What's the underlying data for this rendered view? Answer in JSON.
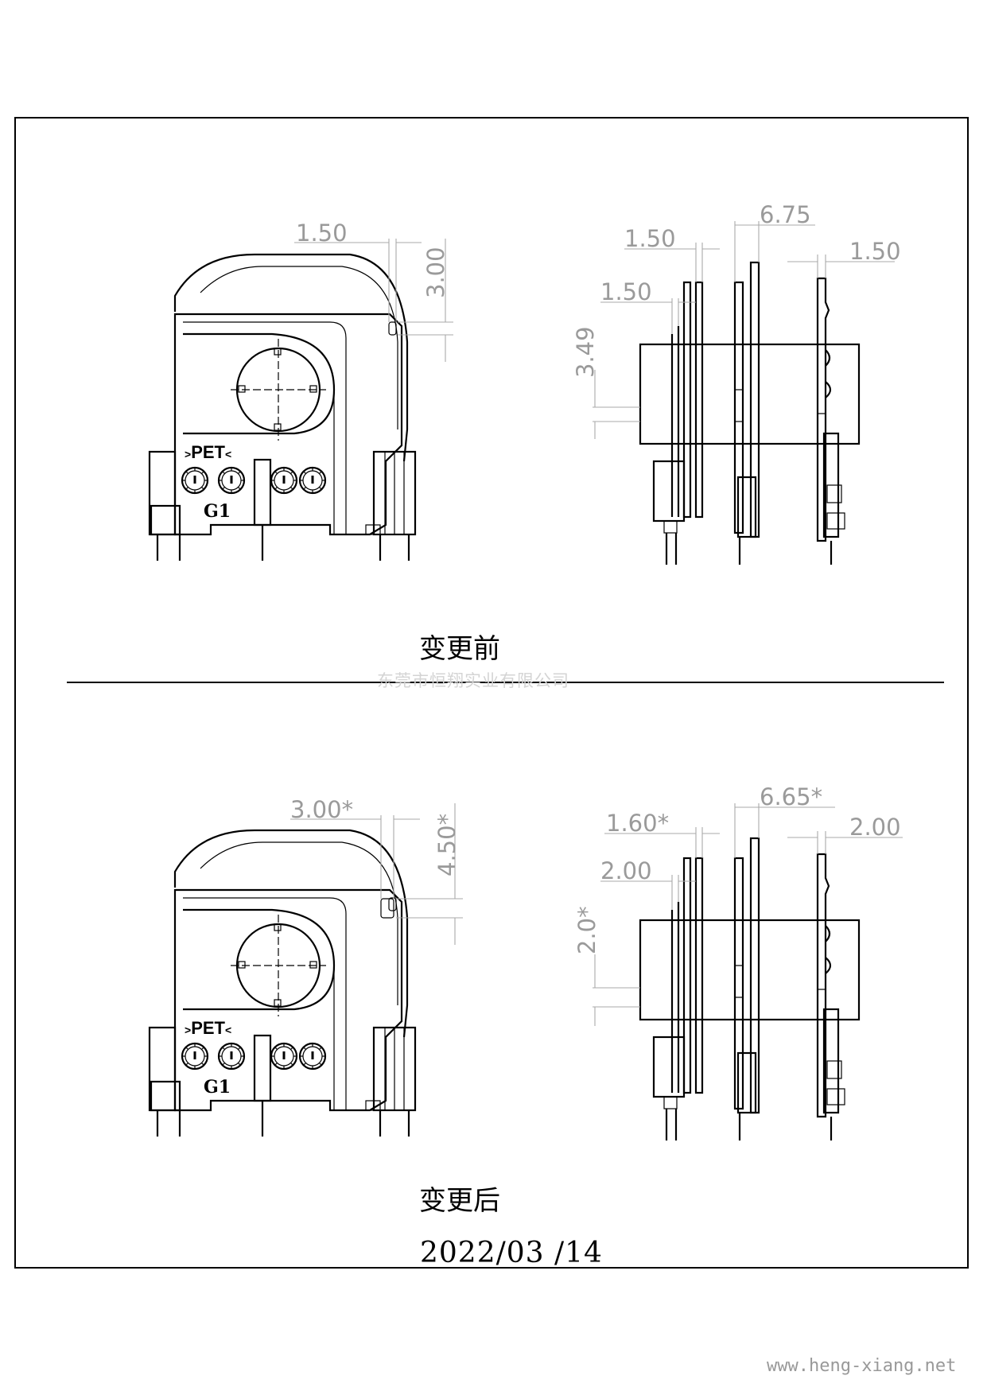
{
  "before": {
    "caption": "变更前",
    "front_dims": {
      "top_width": "1.50",
      "right_height": "3.00"
    },
    "side_dims": {
      "overall": "6.75",
      "top_left": "1.50",
      "top_right": "1.50",
      "mid_left": "1.50",
      "vertical": "3.49"
    }
  },
  "after": {
    "caption": "变更后",
    "front_dims": {
      "top_width": "3.00*",
      "right_height": "4.50*"
    },
    "side_dims": {
      "overall": "6.65*",
      "top_left": "1.60*",
      "top_right": "2.00",
      "mid_left": "2.00",
      "vertical": "2.0*"
    }
  },
  "markings": {
    "material": "PET",
    "grade": "G1"
  },
  "date": "2022/03 /14",
  "watermark": "东莞市恒翔实业有限公司",
  "website": "www.heng-xiang.net"
}
